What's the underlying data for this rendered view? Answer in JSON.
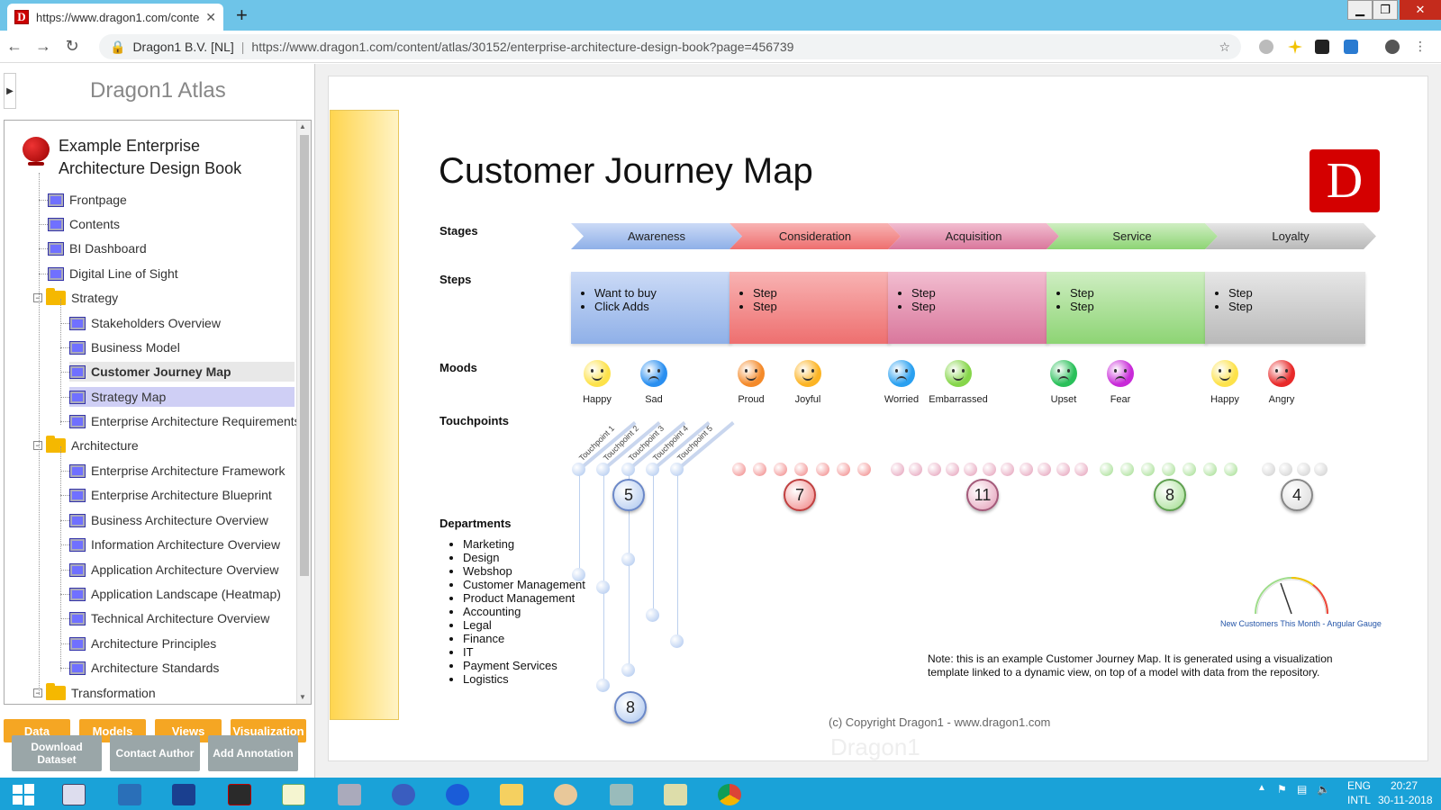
{
  "browser": {
    "tab_title": "https://www.dragon1.com/conte",
    "tab_close": "✕",
    "new_tab": "+",
    "org": "Dragon1 B.V. [NL]",
    "url": "https://www.dragon1.com/content/atlas/30152/enterprise-architecture-design-book?page=456739"
  },
  "sidebar": {
    "title": "Dragon1 Atlas",
    "root_line1": "Example Enterprise",
    "root_line2": "Architecture Design Book",
    "items": [
      {
        "label": "Frontpage"
      },
      {
        "label": "Contents"
      },
      {
        "label": "BI Dashboard"
      },
      {
        "label": "Digital Line of Sight"
      },
      {
        "label": "Strategy"
      },
      {
        "label": "Stakeholders Overview"
      },
      {
        "label": "Business Model"
      },
      {
        "label": "Customer Journey Map"
      },
      {
        "label": "Strategy Map"
      },
      {
        "label": "Enterprise Architecture Requirements"
      },
      {
        "label": "Architecture"
      },
      {
        "label": "Enterprise Architecture Framework"
      },
      {
        "label": "Enterprise Architecture Blueprint"
      },
      {
        "label": "Business Architecture Overview"
      },
      {
        "label": "Information Architecture Overview"
      },
      {
        "label": "Application Architecture Overview"
      },
      {
        "label": "Application Landscape (Heatmap)"
      },
      {
        "label": "Technical Architecture Overview"
      },
      {
        "label": "Architecture Principles"
      },
      {
        "label": "Architecture Standards"
      },
      {
        "label": "Transformation"
      }
    ],
    "buttons": [
      "Data",
      "Models",
      "Views",
      "Visualization"
    ],
    "buttons2": [
      "Download Dataset",
      "Contact Author",
      "Add Annotation"
    ]
  },
  "map": {
    "title": "Customer Journey Map",
    "logo": "D",
    "labels": {
      "stages": "Stages",
      "steps": "Steps",
      "moods": "Moods",
      "touchpoints": "Touchpoints",
      "departments": "Departments"
    },
    "stages": [
      "Awareness",
      "Consideration",
      "Acquisition",
      "Service",
      "Loyalty"
    ],
    "steps": [
      [
        "Want to buy",
        "Click Adds"
      ],
      [
        "Step",
        "Step"
      ],
      [
        "Step",
        "Step"
      ],
      [
        "Step",
        "Step"
      ],
      [
        "Step",
        "Step"
      ]
    ],
    "moods": [
      "Happy",
      "Sad",
      "Proud",
      "Joyful",
      "Worried",
      "Embarrassed",
      "Upset",
      "Fear",
      "Happy",
      "Angry"
    ],
    "touchpoint_labels": [
      "Touchpoint 1",
      "Touchpoint 2",
      "Touchpoint 3",
      "Touchpoint 4",
      "Touchpoint 5"
    ],
    "counts": [
      "5",
      "7",
      "11",
      "8",
      "4",
      "8"
    ],
    "departments": [
      "Marketing",
      "Design",
      "Webshop",
      "Customer Management",
      "Product Management",
      "Accounting",
      "Legal",
      "Finance",
      "IT",
      "Payment Services",
      "Logistics"
    ],
    "gauge_caption": "New Customers This Month - Angular Gauge",
    "note": "Note: this is an example Customer Journey Map. It is generated using a visualization template linked to a dynamic view, on top of a model with data from the repository.",
    "copyright": "(c) Copyright Dragon1 - www.dragon1.com",
    "watermark": "Dragon1"
  },
  "colors": {
    "blue": "#a9c4ee",
    "red": "#f08080",
    "pink": "#e39ab5",
    "green": "#9edc8a",
    "gray": "#cccccc"
  },
  "tray": {
    "lang1": "ENG",
    "lang2": "INTL",
    "time": "20:27",
    "date": "30-11-2018"
  }
}
